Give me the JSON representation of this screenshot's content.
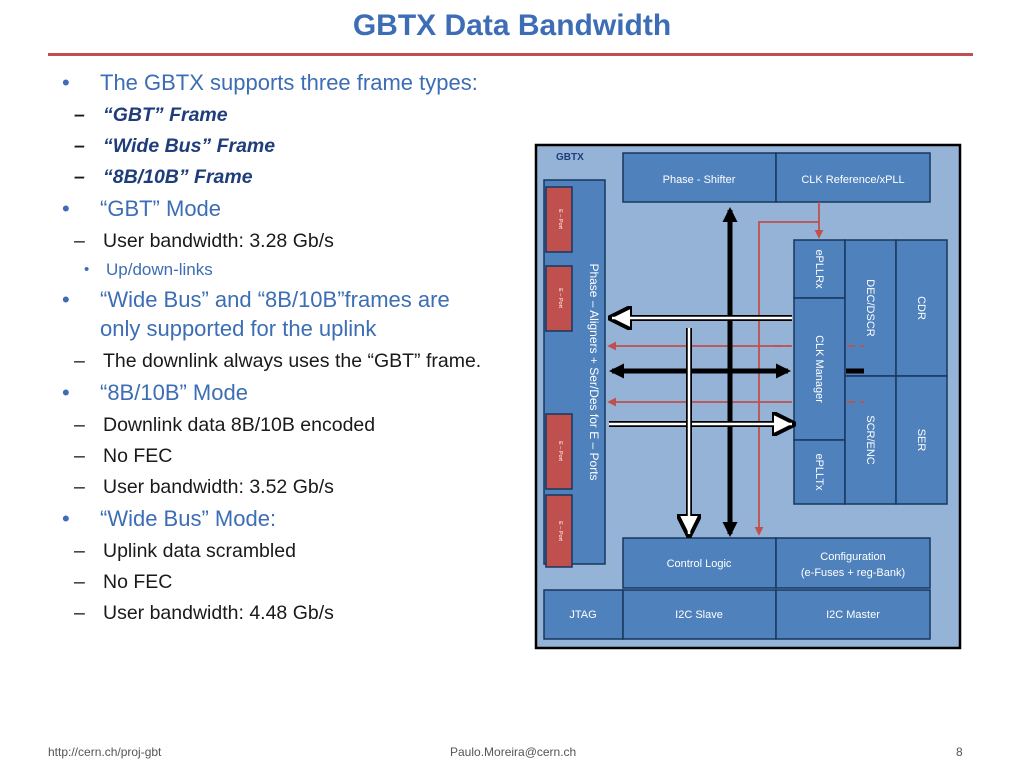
{
  "slide": {
    "title": "GBTX Data Bandwidth",
    "footer_left": "http://cern.ch/proj-gbt",
    "footer_center": "Paulo.Moreira@cern.ch",
    "page_number": "8"
  },
  "bullets": {
    "b1": "The GBTX supports three frame types:",
    "b1_1": "“GBT” Frame",
    "b1_2": "“Wide Bus” Frame",
    "b1_3": "“8B/10B” Frame",
    "b2": "“GBT” Mode",
    "b2_1": "User bandwidth: 3.28 Gb/s",
    "b2_1_1": "Up/down-links",
    "b3": "“Wide Bus” and “8B/10B”frames are only supported for the uplink",
    "b3_1": "The downlink always uses the “GBT” frame.",
    "b4": "“8B/10B” Mode",
    "b4_1": "Downlink data 8B/10B encoded",
    "b4_2": "No FEC",
    "b4_3": "User bandwidth: 3.52 Gb/s",
    "b5": "“Wide Bus” Mode:",
    "b5_1": "Uplink data scrambled",
    "b5_2": "No FEC",
    "b5_3": "User bandwidth: 4.48 Gb/s"
  },
  "diagram": {
    "chip_label": "GBTX",
    "eport_label": "E – Port",
    "phase_aligners": "Phase – Aligners + Ser/Des for E – Ports",
    "phase_shifter": "Phase - Shifter",
    "clk_reference": "CLK Reference/xPLL",
    "epllrx": "ePLLRx",
    "clk_manager": "CLK Manager",
    "eplltx": "ePLLTx",
    "dec_dscr": "DEC/DSCR",
    "cdr": "CDR",
    "scr_enc": "SCR/ENC",
    "ser": "SER",
    "control_logic": "Control Logic",
    "configuration_1": "Configuration",
    "configuration_2": "(e-Fuses + reg-Bank)",
    "jtag": "JTAG",
    "i2c_slave": "I2C Slave",
    "i2c_master": "I2C Master",
    "colors": {
      "chip_bg": "#95b3d7",
      "block": "#4f81bd",
      "block_border": "#17375e",
      "eport": "#c0504d",
      "red_line": "#c0504d"
    }
  }
}
